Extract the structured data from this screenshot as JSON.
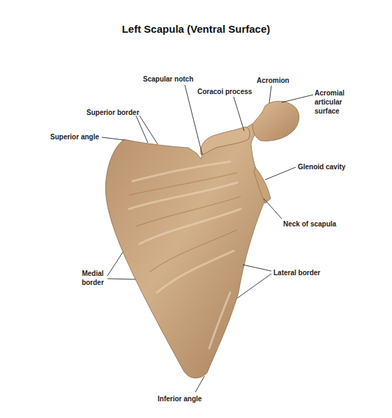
{
  "diagram": {
    "title": "Left Scapula (Ventral Surface)",
    "labels": [
      "Scapular notch",
      "Coracoi process",
      "Acromion",
      "Acromial articular surface",
      "Superior border",
      "Superior angle",
      "Glenoid cavity",
      "Neck of scapula",
      "Medial border",
      "Lateral border",
      "Inferior angle"
    ]
  }
}
